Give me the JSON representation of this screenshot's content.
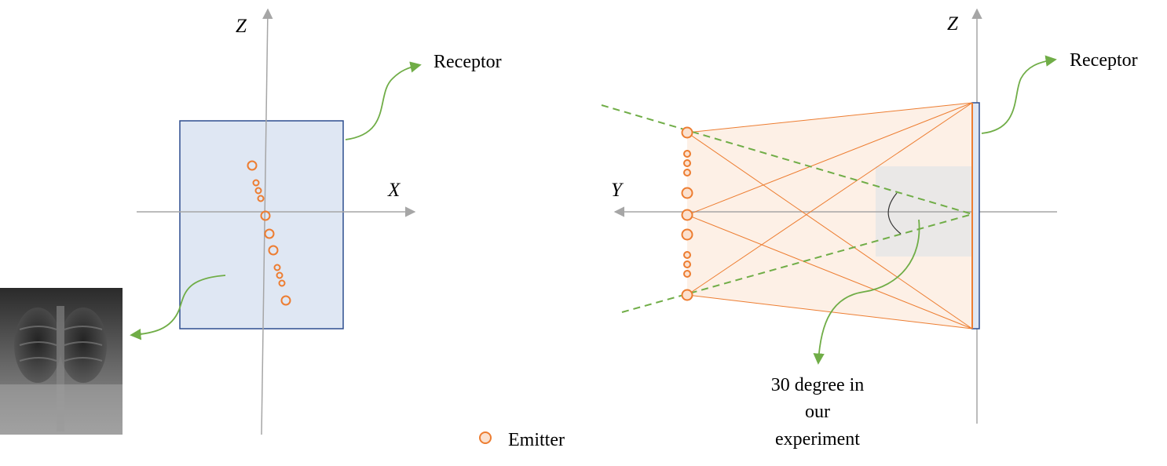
{
  "left_view": {
    "z_label": "Z",
    "x_label": "X",
    "receptor_label": "Receptor"
  },
  "right_view": {
    "z_label": "Z",
    "y_label": "Y",
    "receptor_label": "Receptor",
    "angle_note_lines": [
      "30 degree in",
      "our",
      "experiment"
    ]
  },
  "legend": {
    "emitter_label": "Emitter"
  },
  "colors": {
    "axis": "#a6a6a6",
    "receptor_fill": "#dfe7f3",
    "receptor_stroke": "#2f4f8f",
    "emitter": "#ed7d31",
    "beam_fill": "#fdf0e6",
    "beam_line": "#ed7d31",
    "dashed": "#70ad47",
    "callout": "#70ad47",
    "angle_box": "#e6e6e6"
  },
  "xray_image": "chest-xray"
}
